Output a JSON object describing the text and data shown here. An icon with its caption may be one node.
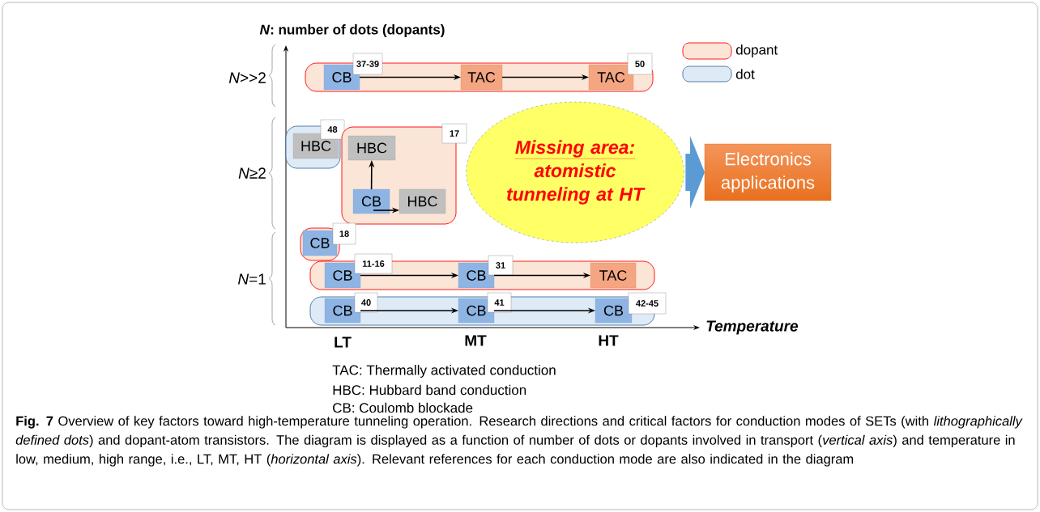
{
  "diagram": {
    "caption": "**Fig. 7** Overview of key factors toward high-temperature tunneling operation. Research directions and critical factors for conduction modes of SETs (with *lithographically defined dots*) and dopant-atom transistors. The diagram is displayed as a function of number of dots or dopants involved in transport (*vertical axis*) and temperature in low, medium, high range, i.e., LT, MT, HT (*horizontal axis*). Relevant references for each conduction mode are also indicated in the diagram",
    "nodes": [
      {
        "text": [],
        "shape": "box"
      },
      {
        "text": [
          "CB"
        ],
        "in": 0
      },
      {
        "text": [
          "37-39"
        ]
      },
      {
        "text": [
          "TAC"
        ],
        "in": 0
      },
      {
        "text": [
          "TAC"
        ],
        "in": 0
      },
      {
        "text": [
          "50"
        ]
      },
      {
        "text": [],
        "shape": "box"
      },
      {
        "text": [
          "HBC"
        ],
        "in": 6
      },
      {
        "text": [
          "48"
        ]
      },
      {
        "text": [],
        "shape": "box"
      },
      {
        "text": [
          "HBC"
        ],
        "in": 9
      },
      {
        "text": [
          "CB"
        ],
        "in": 9
      },
      {
        "text": [
          "HBC"
        ],
        "in": 9
      },
      {
        "text": [
          "17"
        ]
      },
      {
        "text": [
          "Missing area:",
          "atomistic tunneling at HT"
        ]
      },
      {
        "text": [
          "Electronics applications"
        ]
      },
      {
        "text": [],
        "shape": "box"
      },
      {
        "text": [
          "CB"
        ],
        "in": 16
      },
      {
        "text": [
          "18"
        ]
      },
      {
        "text": [],
        "shape": "box"
      },
      {
        "text": [
          "CB"
        ],
        "in": 19
      },
      {
        "text": [
          "11-16"
        ]
      },
      {
        "text": [
          "CB"
        ],
        "in": 19
      },
      {
        "text": [
          "31"
        ]
      },
      {
        "text": [
          "TAC"
        ],
        "in": 19
      },
      {
        "text": [],
        "shape": "box"
      },
      {
        "text": [
          "CB"
        ],
        "in": 25
      },
      {
        "text": [
          "40"
        ]
      },
      {
        "text": [
          "CB"
        ],
        "in": 25
      },
      {
        "text": [
          "41"
        ]
      },
      {
        "text": [
          "CB"
        ],
        "in": 25
      },
      {
        "text": [
          "42-45"
        ]
      }
    ],
    "edges": [
      {
        "from": 1,
        "to": 3,
        "arrow": "to"
      },
      {
        "from": 3,
        "to": 4,
        "arrow": "to"
      },
      {
        "from": 11,
        "to": 10,
        "arrow": "to"
      },
      {
        "from": 11,
        "to": 12,
        "arrow": "to"
      },
      {
        "from": 14,
        "to": 15,
        "arrow": "to",
        "style": "thick",
        "color": "#5b9bd5"
      },
      {
        "from": 20,
        "to": 22,
        "arrow": "to"
      },
      {
        "from": 22,
        "to": 24,
        "arrow": "to"
      },
      {
        "from": 26,
        "to": 28,
        "arrow": "to"
      },
      {
        "from": 28,
        "to": 30,
        "arrow": "to"
      }
    ],
    "labels": [
      "*N*: number of dots (dopants)",
      "*N*>>2",
      "*N*≥2",
      "*N*=1",
      "Temperature",
      "LT",
      "MT",
      "HT",
      "TAC: Thermally activated conduction",
      "HBC: Hubbard band conduction",
      "CB: Coulomb blockade"
    ],
    "legend": [
      {
        "text": "dopant",
        "color": "#fbe5d6"
      },
      {
        "text": "dot",
        "color": "#deebf7"
      }
    ]
  }
}
